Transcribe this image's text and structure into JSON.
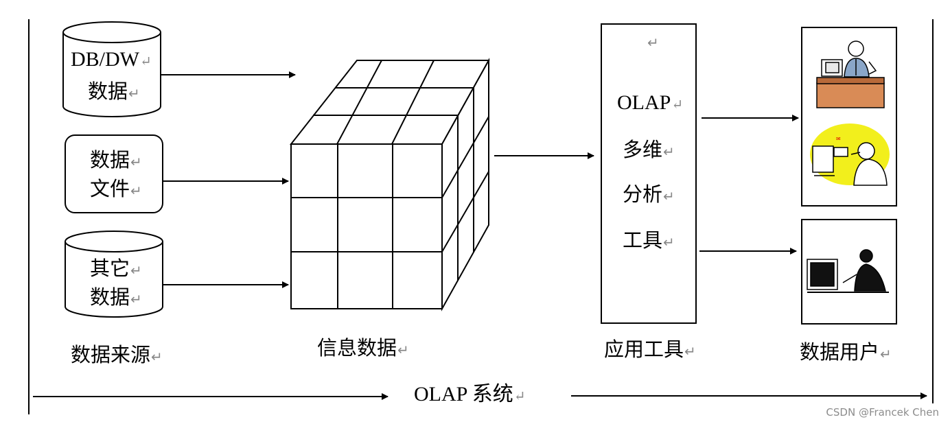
{
  "sources": {
    "db_line1": "DB/DW",
    "db_line2": "数据",
    "file_line1": "数据",
    "file_line2": "文件",
    "other_line1": "其它",
    "other_line2": "数据",
    "caption": "数据来源"
  },
  "info_data": {
    "caption": "信息数据"
  },
  "tool": {
    "line1": "OLAP",
    "line2": "多维",
    "line3": "分析",
    "line4": "工具",
    "caption": "应用工具"
  },
  "users": {
    "caption": "数据用户"
  },
  "system": {
    "label": "OLAP 系统"
  },
  "watermark": "CSDN @Francek Chen",
  "icons": {
    "return_mark": "↵",
    "person_at_desk": "person-at-desk-icon",
    "person_phone_computer": "person-phone-computer-icon",
    "person_at_workstation": "person-at-workstation-icon"
  },
  "colors": {
    "desk": "#d98b56",
    "highlight": "#f2ef1c",
    "ink": "#000000"
  }
}
